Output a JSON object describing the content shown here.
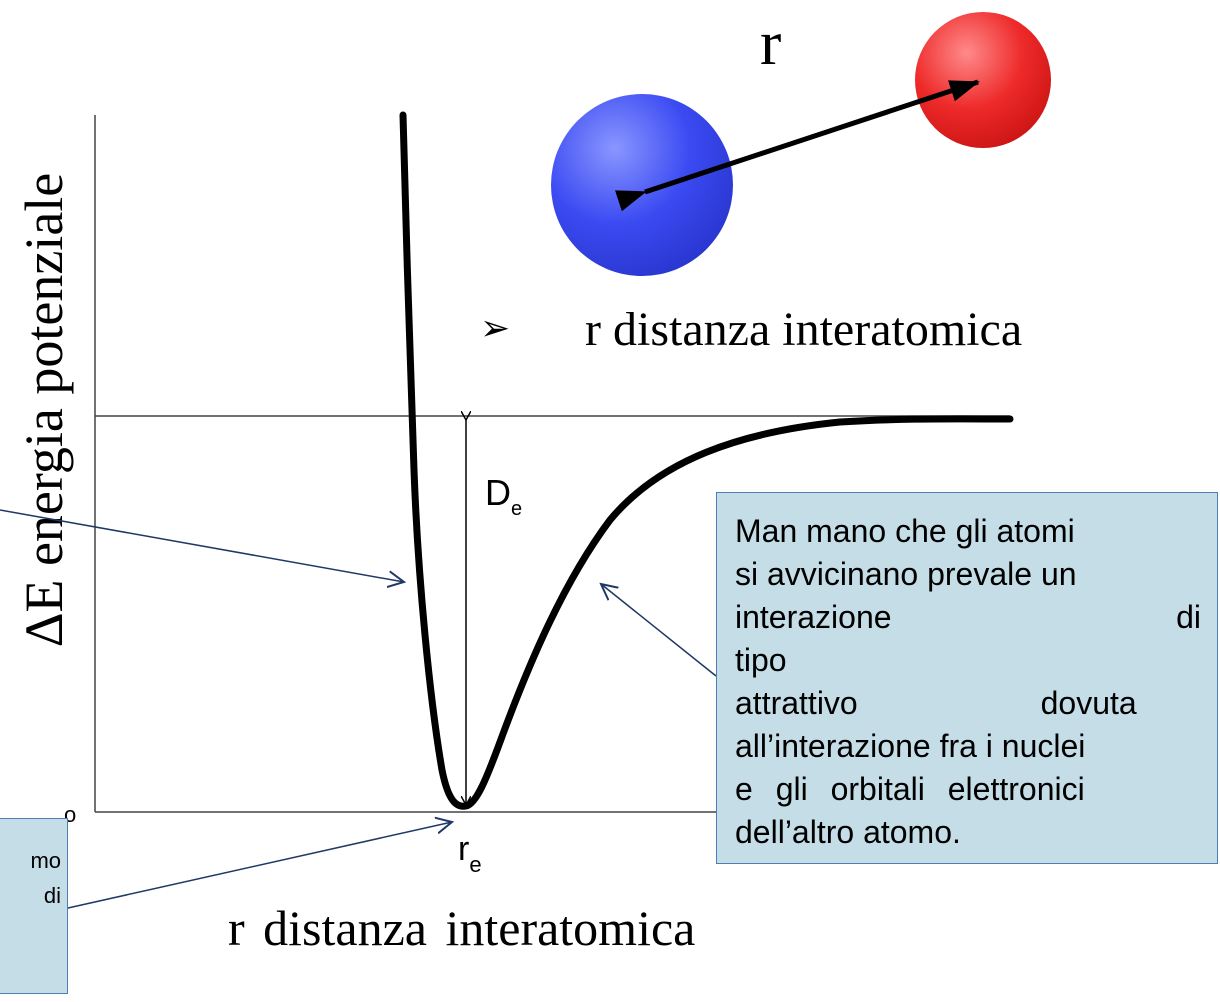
{
  "diagram": {
    "y_axis_label": "ΔE energia potenziale",
    "x_axis_label": "r distanza interatomica",
    "origin_label": "o",
    "de_label": "D",
    "de_subscript": "e",
    "re_label": "r",
    "re_subscript": "e",
    "r_symbol": "r",
    "bullet_symbol": "➢",
    "bullet_text": "r  distanza  interatomica",
    "colors": {
      "callout_bg": "#c4dde6",
      "callout_border": "#4f7fb0",
      "pointer": "#1f3864",
      "atom_blue": "#3b4bf2",
      "atom_red": "#ee2a2a",
      "curve": "#000000"
    }
  },
  "callout_right": {
    "lines": [
      "Man mano che gli atomi",
      "si avvicinano prevale un",
      "interazione di tipo",
      "attrattivo dovuta",
      "all’interazione fra i nuclei",
      "e gli orbitali elettronici",
      "dell’altro atomo."
    ]
  },
  "callout_left": {
    "lines": [
      "mo",
      "di"
    ]
  }
}
